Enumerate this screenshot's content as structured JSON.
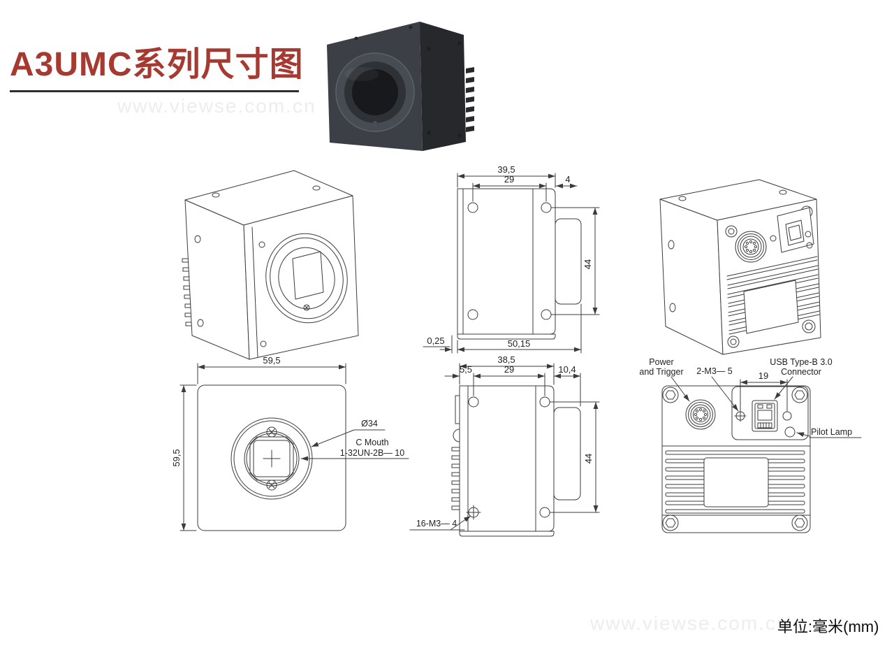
{
  "header": {
    "title": "A3UMC系列尺寸图",
    "watermark": "www.viewse.com.cn"
  },
  "footer": {
    "watermark": "www.viewse.com.cn",
    "units_label": "单位:毫米(mm)"
  },
  "colors": {
    "title_red": "#A63A31",
    "drawing_line": "#3b3b3b",
    "watermark_gray": "#ededed",
    "camera_body": "#3c3f45"
  },
  "views": {
    "side_top": {
      "dim_width_outer": "39,5",
      "dim_hole_span": "29",
      "dim_edge": "4",
      "dim_height": "44",
      "dim_offset": "0,25",
      "dim_total": "50,15"
    },
    "front": {
      "dim_width": "59,5",
      "dim_height": "59,5",
      "label_diameter": "Ø34",
      "label_mount_1": "C Mouth",
      "label_mount_2": "1-32UN-2B— 10"
    },
    "side_bottom": {
      "dim_width_outer": "38,5",
      "dim_offset_left": "5,5",
      "dim_hole_span": "29",
      "dim_lens": "10,4",
      "dim_height": "44",
      "label_holes": "16-M3— 4"
    },
    "back": {
      "label_power_1": "Power",
      "label_power_2": "and Trigger",
      "label_m3": "2-M3— 5",
      "dim_spacing": "19",
      "label_usb_1": "USB Type-B 3.0",
      "label_usb_2": "Connector",
      "label_pilot": "Pilot Lamp"
    }
  }
}
